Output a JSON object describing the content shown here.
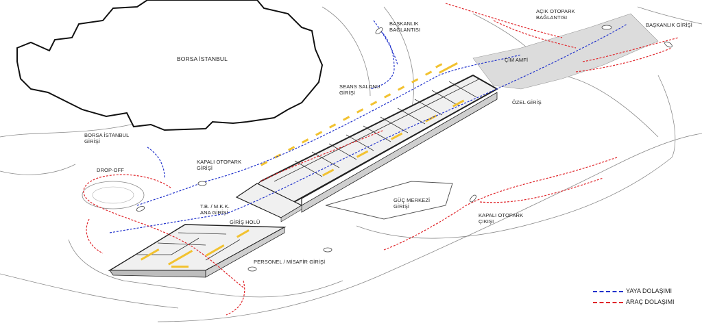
{
  "labels": {
    "borsa_istanbul": "BORSA İSTANBUL",
    "borsa_istanbul_girisi": "BORSA İSTANBUL\nGİRİŞİ",
    "baskanlik_baglantisi": "BAŞKANLIK\nBAĞLANTISI",
    "acik_otopark_baglantisi": "AÇIK OTOPARK\nBAĞLANTISI",
    "baskanlik_girisi": "BAŞKANLIK GİRİŞİ",
    "cim_amfi": "ÇİM AMFİ",
    "seans_salonu_girisi": "SEANS SALONU\nGİRİŞİ",
    "ozel_giris": "ÖZEL GİRİŞ",
    "kapali_otopark_girisi": "KAPALI OTOPARK\nGİRİŞİ",
    "drop_off": "DROP-OFF",
    "guc_merkezi_girisi": "GÜÇ MERKEZİ\nGİRİŞİ",
    "tb_mkk_ana_girisi": "T.B. / M.K.K.\nANA GİRİŞİ",
    "giris_holu": "GİRİŞ HOLÜ",
    "kapali_otopark_cikisi": "KAPALI OTOPARK\nÇIKIŞI",
    "personel_misafir_girisi": "PERSONEL / MİSAFİR GİRİŞİ"
  },
  "legend": [
    {
      "text": "YAYA DOLAŞIMI",
      "color": "#2233cc"
    },
    {
      "text": "ARAÇ DOLAŞIMI",
      "color": "#e0262b"
    }
  ],
  "colors": {
    "pedestrian": "#2233cc",
    "vehicle": "#e0262b",
    "highlight": "#f2c230",
    "line": "#333333",
    "plaza": "#d9d9d9"
  }
}
